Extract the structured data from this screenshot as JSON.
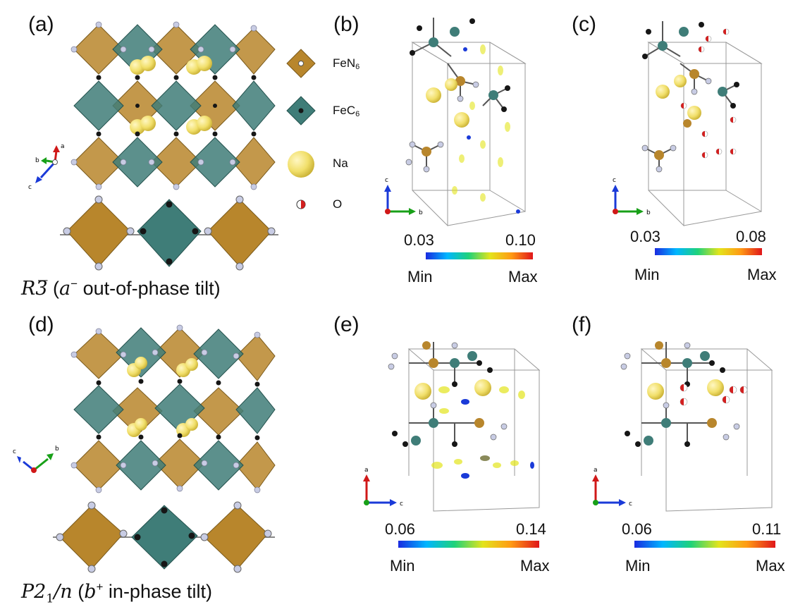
{
  "panels": {
    "a": "(a)",
    "b": "(b)",
    "c": "(c)",
    "d": "(d)",
    "e": "(e)",
    "f": "(f)"
  },
  "legend": {
    "fen6": {
      "base": "FeN",
      "sub": "6"
    },
    "fec6": {
      "base": "FeC",
      "sub": "6"
    },
    "na": "Na",
    "o": "O"
  },
  "captions": {
    "top": {
      "sym": "R3̅",
      "open": " (",
      "tilt": "a",
      "sup": "−",
      "rest": " out-of-phase tilt)"
    },
    "bottom": {
      "sym": "P2",
      "sub": "1",
      "slash": "/n",
      "open": " (",
      "tilt": "b",
      "sup": "+",
      "rest": " in-phase tilt)"
    }
  },
  "scales": {
    "b": {
      "min": "0.03",
      "max": "0.10",
      "min_word": "Min",
      "max_word": "Max"
    },
    "c": {
      "min": "0.03",
      "max": "0.08",
      "min_word": "Min",
      "max_word": "Max"
    },
    "e": {
      "min": "0.06",
      "max": "0.14",
      "min_word": "Min",
      "max_word": "Max"
    },
    "f": {
      "min": "0.06",
      "max": "0.11",
      "min_word": "Min",
      "max_word": "Max"
    }
  },
  "axes": {
    "a_panel": [
      "a",
      "b",
      "c"
    ],
    "b_panel": [
      "c",
      "b"
    ],
    "c_panel": [
      "c",
      "b"
    ],
    "d_panel": [
      "c",
      "b"
    ],
    "e_panel": [
      "a",
      "c"
    ],
    "f_panel": [
      "a",
      "c"
    ]
  },
  "colors": {
    "fen6": "#b8862c",
    "fec6": "#3f7d78",
    "na": "#f1df6a",
    "o_red": "#d32020",
    "c_atom": "#161616",
    "n_atom": "#c8cce4"
  }
}
